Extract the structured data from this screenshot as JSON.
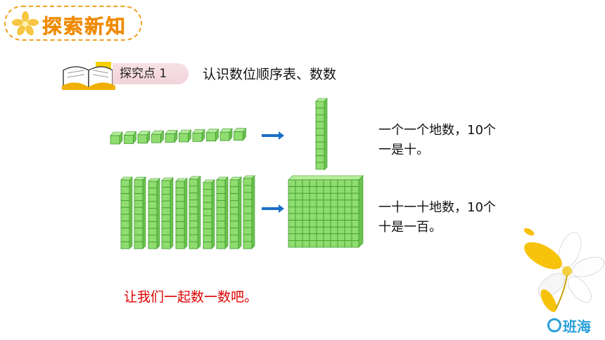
{
  "header": {
    "title": "探索新知"
  },
  "topic": {
    "label": "探究点 1",
    "text": "认识数位顺序表、数数"
  },
  "captions": {
    "ones": [
      "一个一个地数，10个",
      "一是十。"
    ],
    "tens": [
      "一十一十地数，10个",
      "十是一百。"
    ]
  },
  "prompt": "让我们一起数一数吧。",
  "logo": {
    "text": "班海"
  },
  "colors": {
    "block_fill": "#8fdc6f",
    "block_stroke": "#3c9a2c",
    "arrow": "#1a6fc9",
    "accent": "#f08a00",
    "prompt": "#e00000"
  },
  "counts": {
    "unit_cubes": 10,
    "ten_rods": 10,
    "hundred_flat_rows": 10,
    "hundred_flat_cols": 10
  }
}
